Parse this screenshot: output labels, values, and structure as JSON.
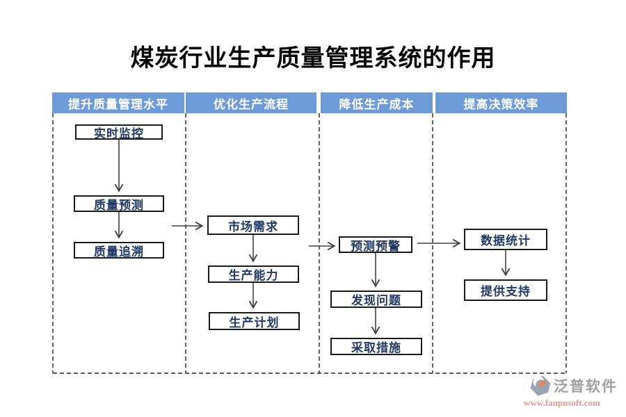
{
  "title": {
    "text": "煤炭行业生产质量管理系统的作用"
  },
  "lanes": [
    {
      "header": "提升质量管理水平",
      "nodes": [
        "实时监控",
        "质量预测",
        "质量追溯"
      ]
    },
    {
      "header": "优化生产流程",
      "nodes": [
        "市场需求",
        "生产能力",
        "生产计划"
      ]
    },
    {
      "header": "降低生产成本",
      "nodes": [
        "预测预警",
        "发现问题",
        "采取措施"
      ]
    },
    {
      "header": "提高决策效率",
      "nodes": [
        "数据统计",
        "提供支持"
      ]
    }
  ],
  "watermark": {
    "brand": "泛普软件",
    "url": "www.fanpusoft.com",
    "logo_icon": "fanpu-logo-icon"
  },
  "colors": {
    "title_text": "#000000",
    "header_bg": "#6D9BD8",
    "header_text": "#FFFFFF",
    "node_text": "#1F3864",
    "node_border": "#1A1A1A",
    "arrow": "#404040",
    "lane_border": "#222222",
    "watermark_brand": "#A49EA1",
    "watermark_url": "#E39A92",
    "logo_body": "#97A5B4",
    "logo_leaf": "#DF8A64"
  }
}
